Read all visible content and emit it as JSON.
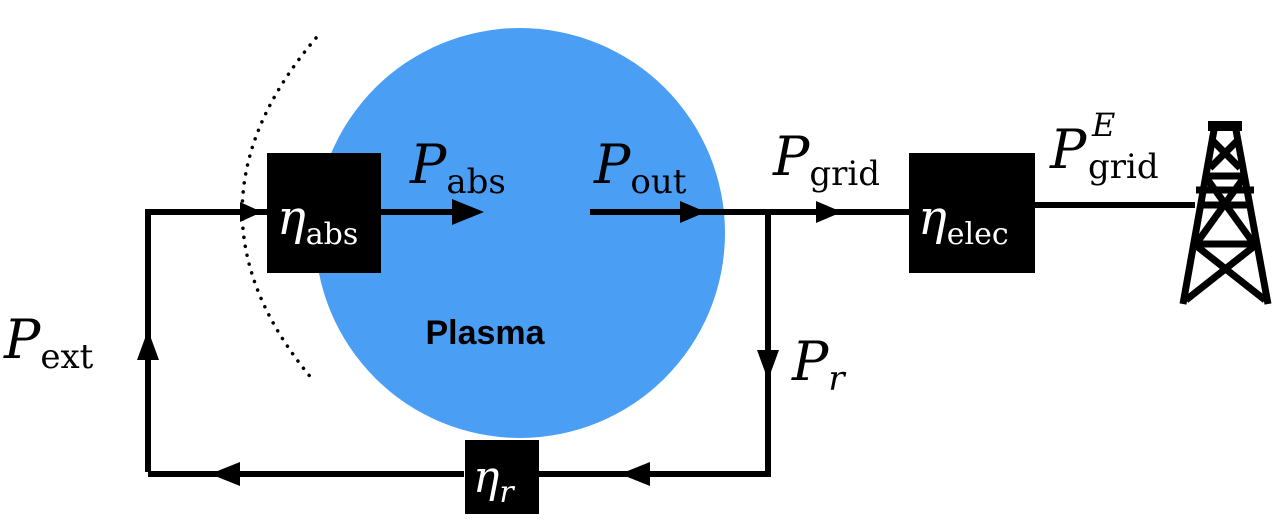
{
  "colors": {
    "plasma": "#4a9ff5",
    "line": "#000000",
    "box": "#000000",
    "box_text": "#ffffff"
  },
  "plasma": {
    "label": "Plasma"
  },
  "boxes": {
    "abs": {
      "symbol": "η",
      "sub": "abs"
    },
    "elec": {
      "symbol": "η",
      "sub": "elec"
    },
    "r": {
      "symbol": "η",
      "sub": "r"
    }
  },
  "labels": {
    "p_abs": {
      "symbol": "P",
      "sub": "abs"
    },
    "p_out": {
      "symbol": "P",
      "sub": "out"
    },
    "p_grid": {
      "symbol": "P",
      "sub": "grid"
    },
    "p_grid_e": {
      "symbol": "P",
      "sub": "grid",
      "sup": "E"
    },
    "p_r": {
      "symbol": "P",
      "sub": "r"
    },
    "p_ext": {
      "symbol": "P",
      "sub": "ext"
    }
  },
  "icons": {
    "tower": "transmission-tower-icon",
    "shield": "dotted-arc-shield"
  }
}
